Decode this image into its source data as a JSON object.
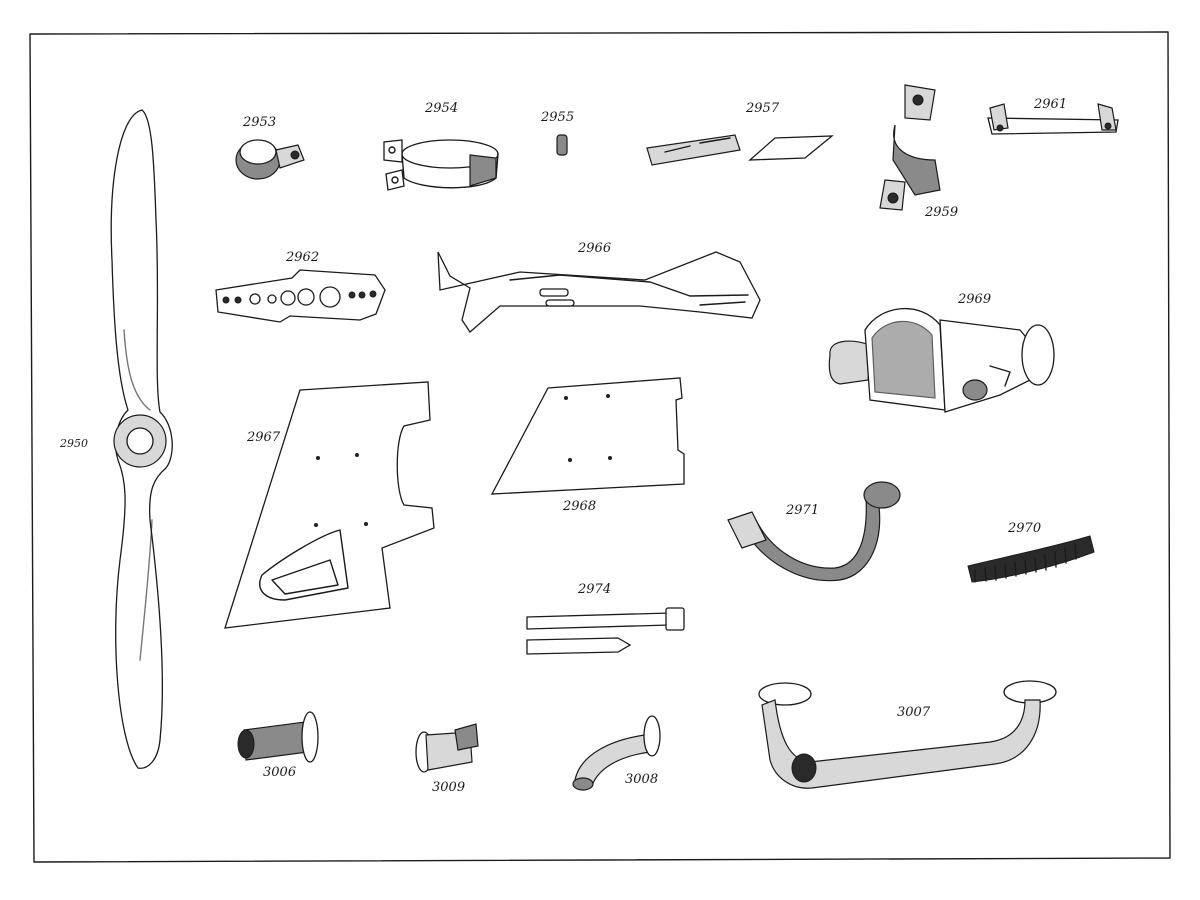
{
  "parts": [
    {
      "key": "propeller",
      "number": "2950"
    },
    {
      "key": "clamp-small",
      "number": "2953"
    },
    {
      "key": "strap-clamp",
      "number": "2954"
    },
    {
      "key": "pin",
      "number": "2955"
    },
    {
      "key": "channel-plates",
      "number": "2957"
    },
    {
      "key": "hinge-fitting",
      "number": "2959"
    },
    {
      "key": "link-bar",
      "number": "2961"
    },
    {
      "key": "perforated-plate",
      "number": "2962"
    },
    {
      "key": "bracket-frame",
      "number": "2966"
    },
    {
      "key": "side-panel",
      "number": "2967"
    },
    {
      "key": "flat-panel",
      "number": "2968"
    },
    {
      "key": "air-intake",
      "number": "2969"
    },
    {
      "key": "corrugated-strip",
      "number": "2970"
    },
    {
      "key": "curved-pipe",
      "number": "2971"
    },
    {
      "key": "flat-bars",
      "number": "2974"
    },
    {
      "key": "flanged-stub",
      "number": "3006"
    },
    {
      "key": "y-manifold",
      "number": "3007"
    },
    {
      "key": "elbow-pipe",
      "number": "3008"
    },
    {
      "key": "nozzle-fitting",
      "number": "3009"
    }
  ],
  "colors": {
    "ink": "#1b1b1b",
    "paper": "#ffffff"
  }
}
